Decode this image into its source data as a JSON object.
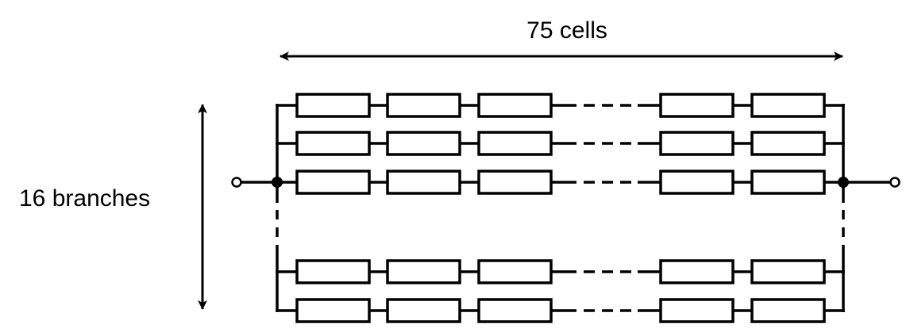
{
  "diagram": {
    "title": "Battery pack topology: series cells in parallel branches",
    "labels": {
      "cells": "75 cells",
      "branches": "16 branches"
    },
    "series_cells": 75,
    "parallel_branches": 16,
    "visible_rows": 5,
    "visible_cells_per_row": 5,
    "colors": {
      "stroke": "#000000",
      "background": "#ffffff"
    },
    "elements": {
      "cell_symbol": "rectangle-resistor",
      "terminal_symbol": "open-circle",
      "junction_symbol": "filled-dot",
      "span_arrow": "double-headed-arrow",
      "omission_marker": "dashed-line"
    }
  }
}
